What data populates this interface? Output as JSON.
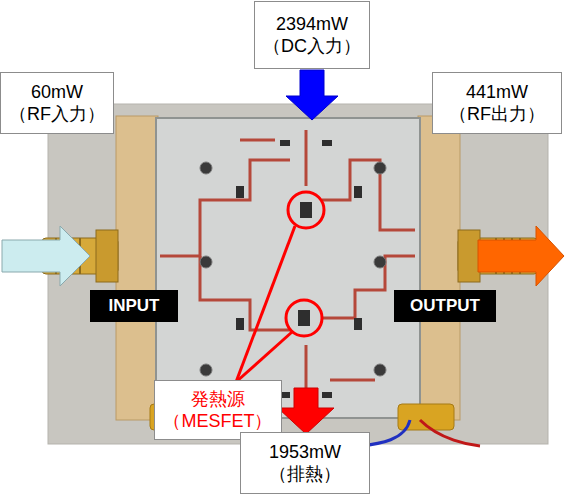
{
  "diagram": {
    "nodes": [
      {
        "text": [
          "2394mW",
          "（DC入力）"
        ]
      },
      {
        "text": [
          "60mW",
          "（RF入力）"
        ]
      },
      {
        "text": [
          "441mW",
          "（RF出力）"
        ]
      },
      {
        "text": [
          "INPUT"
        ]
      },
      {
        "text": [
          "OUTPUT"
        ]
      },
      {
        "text": [
          "発熱源",
          "（MESFET）"
        ]
      },
      {
        "text": [
          "1953mW",
          "（排熱）"
        ]
      }
    ]
  }
}
